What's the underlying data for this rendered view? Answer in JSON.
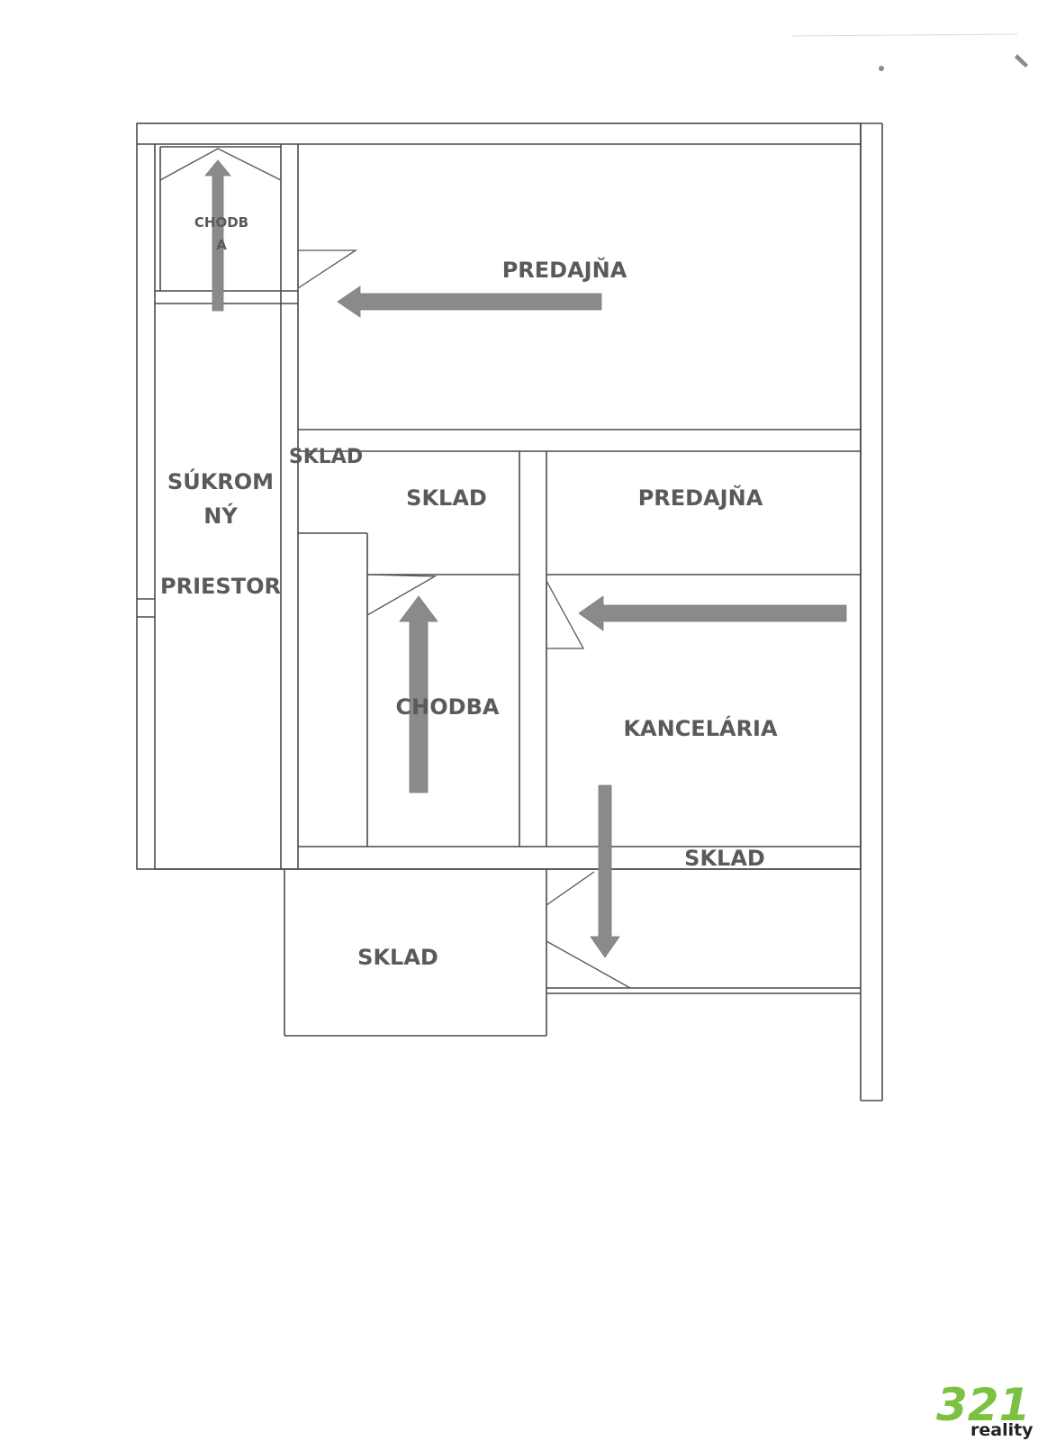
{
  "rooms": {
    "chodba_small_line1": "CHODB",
    "chodba_small_line2": "A",
    "predajna_top": "PREDAJŇA",
    "sukromny_line1": "SÚKROM",
    "sukromny_line2": "NÝ",
    "sukromny_line3": "PRIESTOR",
    "sklad_corner": "SKLAD",
    "sklad_middle": "SKLAD",
    "predajna_right": "PREDAJŇA",
    "chodba_middle": "CHODBA",
    "kancelaria": "KANCELÁRIA",
    "sklad_bottom_right": "SKLAD",
    "sklad_bottom": "SKLAD"
  },
  "logo": {
    "number": "321",
    "word": "reality"
  },
  "colors": {
    "walls": "#4a4a4a",
    "arrows": "#8a8a8a",
    "labels": "#5a5a5a",
    "logo_green": "#7cc242"
  }
}
